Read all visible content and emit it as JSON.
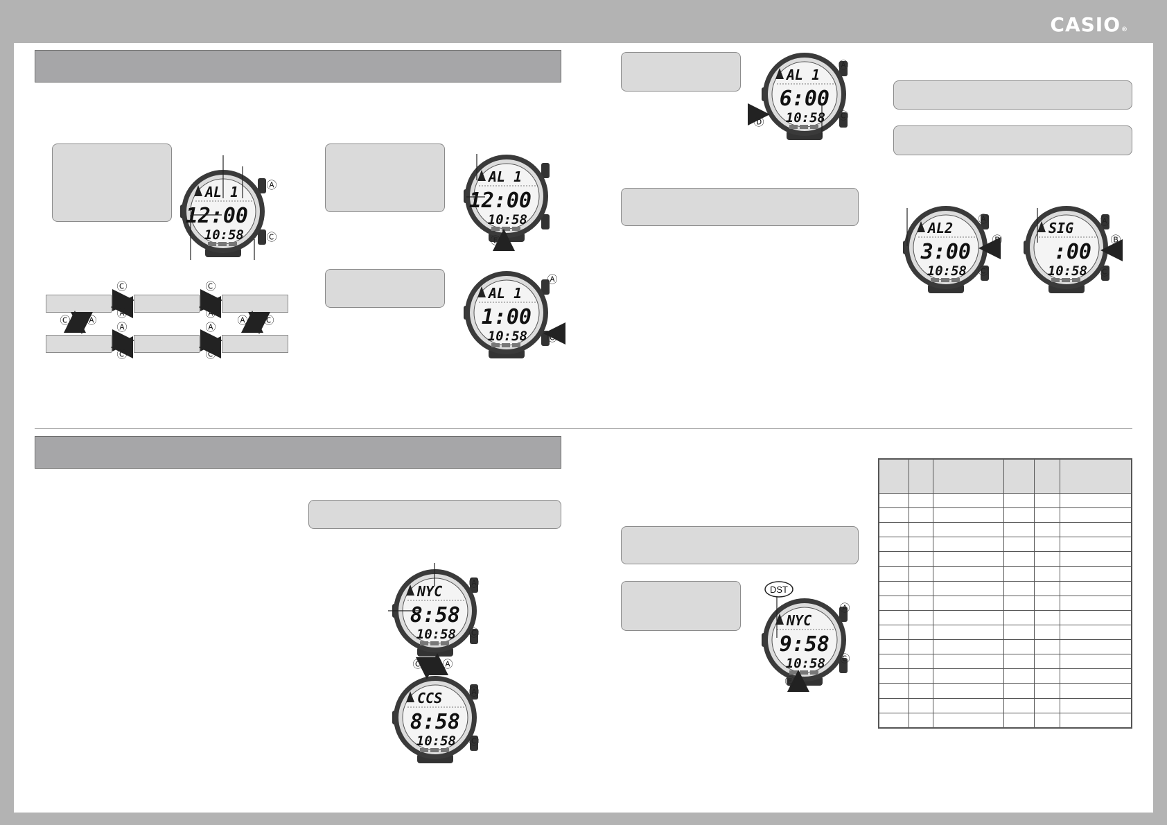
{
  "header": {
    "brand": "CASIO",
    "brand_mark": "®"
  },
  "button_labels": {
    "A": "Ⓐ",
    "B": "Ⓑ",
    "C": "Ⓒ",
    "D": "Ⓓ",
    "E": "Ⓔ"
  },
  "watches": {
    "alarm_intro": {
      "top": "AL 1",
      "main": "12:00",
      "bottom": "10:58"
    },
    "alarm_set_hour": {
      "top": "AL 1",
      "main": "12:00",
      "bottom": "10:58"
    },
    "alarm_adjust": {
      "top": "AL 1",
      "main": "1:00",
      "bottom": "10:58"
    },
    "alarm_on": {
      "top": "AL 1",
      "main": "6:00",
      "bottom": "10:58"
    },
    "alarm_2": {
      "top": "AL2",
      "main": "3:00",
      "bottom": "10:58"
    },
    "hourly_signal": {
      "top": "SIG",
      "main": ":00",
      "bottom": "10:58"
    },
    "world_time_nyc": {
      "top": "NYC",
      "main": "8:58",
      "bottom": "10:58"
    },
    "world_time_ccs": {
      "top": "CCS",
      "main": "8:58",
      "bottom": "10:58"
    },
    "world_time_dst": {
      "top": "NYC",
      "main": "9:58",
      "bottom": "10:58",
      "badge": "DST"
    }
  },
  "table": {
    "columns": 6,
    "rows": 16
  }
}
